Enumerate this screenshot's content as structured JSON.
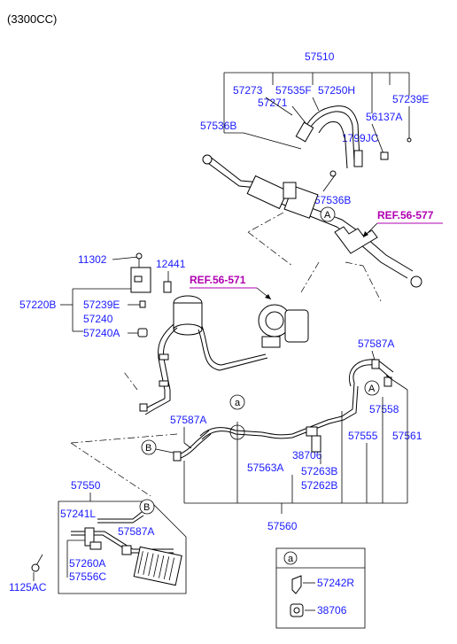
{
  "header": {
    "engine": "(3300CC)"
  },
  "labels": {
    "l57510": "57510",
    "l57273": "57273",
    "l57535F": "57535F",
    "l57250H": "57250H",
    "l57271": "57271",
    "l57239E_top": "57239E",
    "l57536B_top": "57536B",
    "l56137A": "56137A",
    "l1799JC": "1799JC",
    "l57536B_mid": "57536B",
    "l11302": "11302",
    "l12441": "12441",
    "l57220B": "57220B",
    "l57239E_mid": "57239E",
    "l57240": "57240",
    "l57240A": "57240A",
    "l57587A_right": "57587A",
    "l57558": "57558",
    "l57555": "57555",
    "l57561": "57561",
    "l57587A_mid": "57587A",
    "l38706": "38706",
    "l57563A": "57563A",
    "l57263B": "57263B",
    "l57262B": "57262B",
    "l57560": "57560",
    "l57550": "57550",
    "l57241L": "57241L",
    "l57587A_low": "57587A",
    "l57260A": "57260A",
    "l57556C": "57556C",
    "l1125AC": "1125AC"
  },
  "refs": {
    "ref_577": "REF.56-577",
    "ref_571": "REF.56-571"
  },
  "callouts": {
    "a": "a",
    "A": "A",
    "B": "B"
  },
  "legend": {
    "key": "a",
    "item1": "57242R",
    "item2": "38706"
  }
}
